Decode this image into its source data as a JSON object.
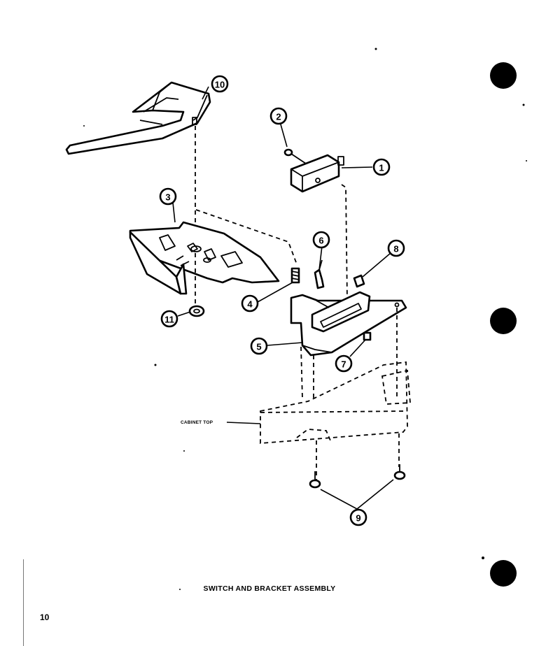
{
  "diagram": {
    "title": "SWITCH AND BRACKET ASSEMBLY",
    "page_number": "10",
    "cabinet_label": "CABINET TOP",
    "callouts": [
      "1",
      "2",
      "3",
      "4",
      "5",
      "6",
      "7",
      "8",
      "9",
      "10",
      "11"
    ]
  }
}
